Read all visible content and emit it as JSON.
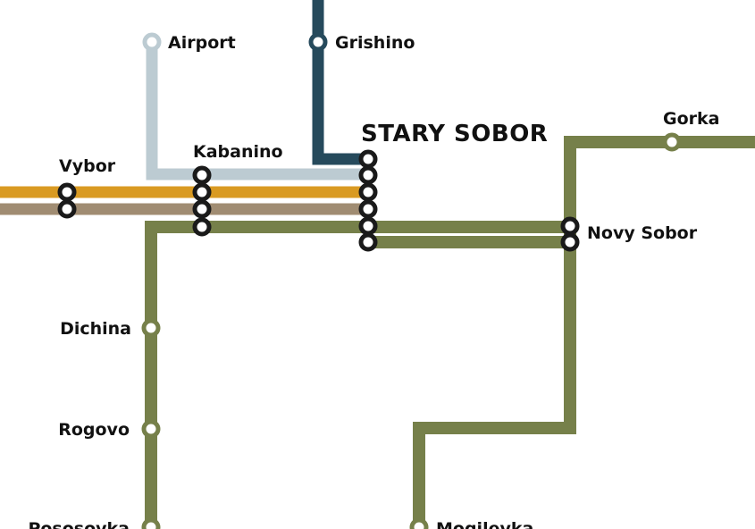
{
  "colors": {
    "olive_line": "#76804a",
    "orange_line": "#d99a22",
    "tan_line": "#a08c72",
    "light_blue_line": "#bccbd2",
    "dark_blue_line": "#264a5c",
    "station_ring": "#1a1a1a",
    "station_fill": "#ffffff",
    "label_text": "#111111"
  },
  "stations": {
    "airport": "Airport",
    "grishino": "Grishino",
    "stary_sobor": "STARY SOBOR",
    "gorka": "Gorka",
    "vybor": "Vybor",
    "kabanino": "Kabanino",
    "novy_sobor": "Novy Sobor",
    "dichina": "Dichina",
    "rogovo": "Rogovo",
    "bottom_left": "Pososovka",
    "mogilevka": "Mogilevka"
  }
}
